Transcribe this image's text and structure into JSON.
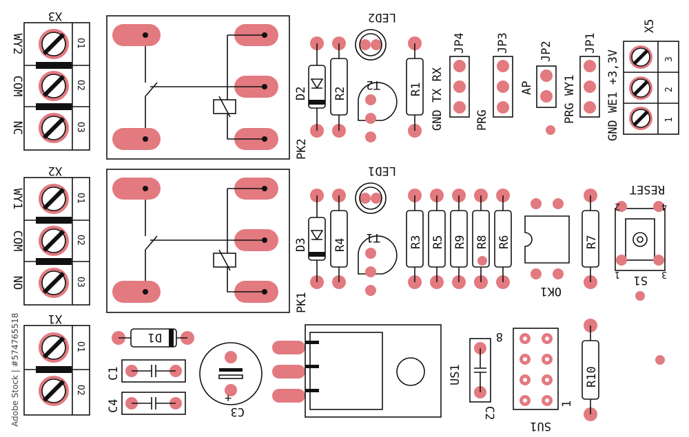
{
  "connectors": {
    "x3": {
      "ref": "X3",
      "pins": [
        "WY2",
        "COM",
        "NC"
      ],
      "nums": [
        "O1",
        "O2",
        "O3"
      ]
    },
    "x2": {
      "ref": "X2",
      "pins": [
        "WY1",
        "COM",
        "NO"
      ],
      "nums": [
        "O1",
        "O2",
        "O3"
      ]
    },
    "x1": {
      "ref": "X1",
      "nums": [
        "O1",
        "O2"
      ]
    },
    "x5": {
      "ref": "X5",
      "nums": [
        "3",
        "2",
        "1"
      ]
    }
  },
  "relays": {
    "top": "PK2",
    "bottom": "PK1"
  },
  "leds": {
    "led2": "LED2",
    "led1": "LED1"
  },
  "diodes": {
    "d1": "D1",
    "d2": "D2",
    "d3": "D3"
  },
  "transistors": {
    "t1": "T1",
    "t2": "T2"
  },
  "resistors": {
    "r1": "R1",
    "r2": "R2",
    "r3": "R3",
    "r4": "R4",
    "r5": "R5",
    "r6": "R6",
    "r7": "R7",
    "r8": "R8",
    "r9": "R9",
    "r10": "R10"
  },
  "capacitors": {
    "c1": "C1",
    "c2": "C2",
    "c3": "C3",
    "c4": "C4",
    "c3_plus": "+"
  },
  "jumpers": {
    "jp1": "JP1",
    "jp2": "JP2",
    "jp3": "JP3",
    "jp4": "JP4"
  },
  "signal_labels": {
    "gnd_tx_rx": "GND TX RX",
    "prg1": "PRG",
    "ap": "AP",
    "prg_wy1": "PRG WY1",
    "jp1_side": "GND WE1 +3,3V"
  },
  "optocoupler": "OK1",
  "switch": {
    "ref": "S1",
    "label": "RESET",
    "pins": [
      "2",
      "4",
      "1",
      "3"
    ]
  },
  "regulator": "US1",
  "header": {
    "ref": "SU1",
    "pin_first": "1",
    "pin_last": "8"
  },
  "watermark": "Adobe Stock | #574765518"
}
